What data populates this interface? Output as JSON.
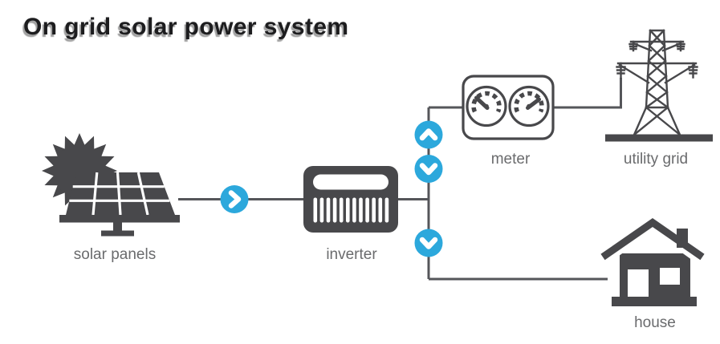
{
  "title": "On grid solar power system",
  "labels": {
    "solar_panels": "solar panels",
    "inverter": "inverter",
    "meter": "meter",
    "utility_grid": "utility grid",
    "house": "house"
  },
  "diagram": {
    "type": "flow-diagram",
    "connections": [
      {
        "from": "solar panels",
        "to": "inverter",
        "indicator": "arrow-right"
      },
      {
        "from": "inverter",
        "to": "meter",
        "indicator": "arrow-up"
      },
      {
        "from": "meter",
        "to": "inverter",
        "indicator": "arrow-down"
      },
      {
        "from": "meter",
        "to": "utility grid",
        "indicator": "line"
      },
      {
        "from": "inverter",
        "to": "house",
        "indicator": "arrow-down"
      }
    ]
  },
  "colors": {
    "icon_dark": "#48484b",
    "line": "#55565a",
    "arrow_blue": "#2ca8dc",
    "label_text": "#6a6b6d",
    "title_text": "#1d1d1f",
    "background": "#ffffff"
  }
}
